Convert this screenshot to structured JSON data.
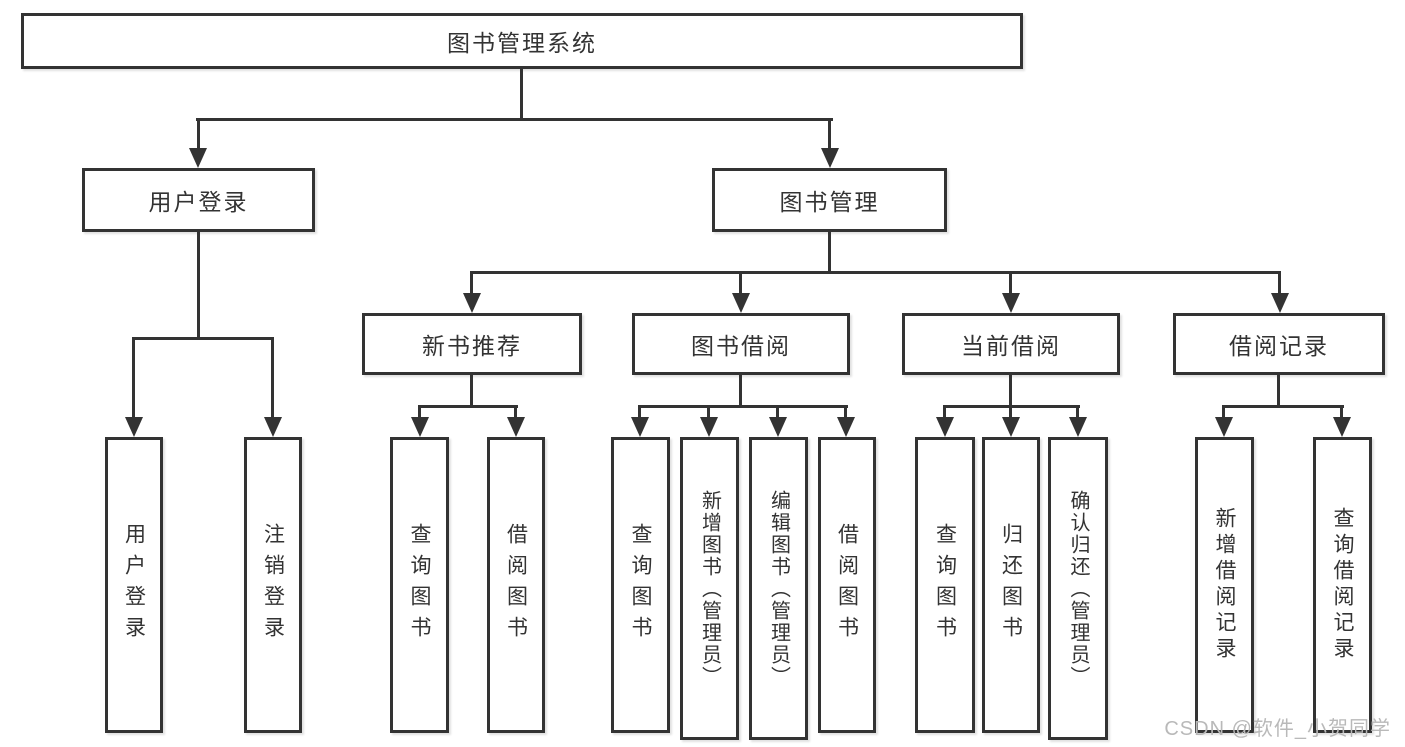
{
  "diagram_title": "图书管理系统",
  "nodes": {
    "root": {
      "label": "图书管理系统"
    },
    "user_login": {
      "label": "用户登录"
    },
    "book_mgmt": {
      "label": "图书管理"
    },
    "new_book_rec": {
      "label": "新书推荐"
    },
    "book_borrow": {
      "label": "图书借阅"
    },
    "current_borrow": {
      "label": "当前借阅"
    },
    "borrow_records": {
      "label": "借阅记录"
    },
    "leaf_user_login": {
      "label": "用户登录"
    },
    "leaf_logout": {
      "label": "注销登录"
    },
    "nb_query_books": {
      "label": "查询图书"
    },
    "nb_borrow_books": {
      "label": "借阅图书"
    },
    "bb_query_books": {
      "label": "查询图书"
    },
    "bb_add_books": {
      "label": "新增图书（管理员）"
    },
    "bb_edit_books": {
      "label": "编辑图书（管理员）"
    },
    "bb_borrow_books": {
      "label": "借阅图书"
    },
    "cb_query_books": {
      "label": "查询图书"
    },
    "cb_return_books": {
      "label": "归还图书"
    },
    "cb_confirm_return": {
      "label": "确认归还（管理员）"
    },
    "br_add_record": {
      "label": "新增借阅记录"
    },
    "br_query_record": {
      "label": "查询借阅记录"
    }
  },
  "hierarchy": {
    "图书管理系统": {
      "用户登录": [
        "用户登录",
        "注销登录"
      ],
      "图书管理": {
        "新书推荐": [
          "查询图书",
          "借阅图书"
        ],
        "图书借阅": [
          "查询图书",
          "新增图书（管理员）",
          "编辑图书（管理员）",
          "借阅图书"
        ],
        "当前借阅": [
          "查询图书",
          "归还图书",
          "确认归还（管理员）"
        ],
        "借阅记录": [
          "新增借阅记录",
          "查询借阅记录"
        ]
      }
    }
  },
  "watermark": {
    "text": "CSDN @软件_小贺同学"
  },
  "colors": {
    "line": "#333333",
    "box_fill": "#ffffff",
    "text": "#333333",
    "background": "#ffffff",
    "watermark": "#b9b9b9"
  }
}
